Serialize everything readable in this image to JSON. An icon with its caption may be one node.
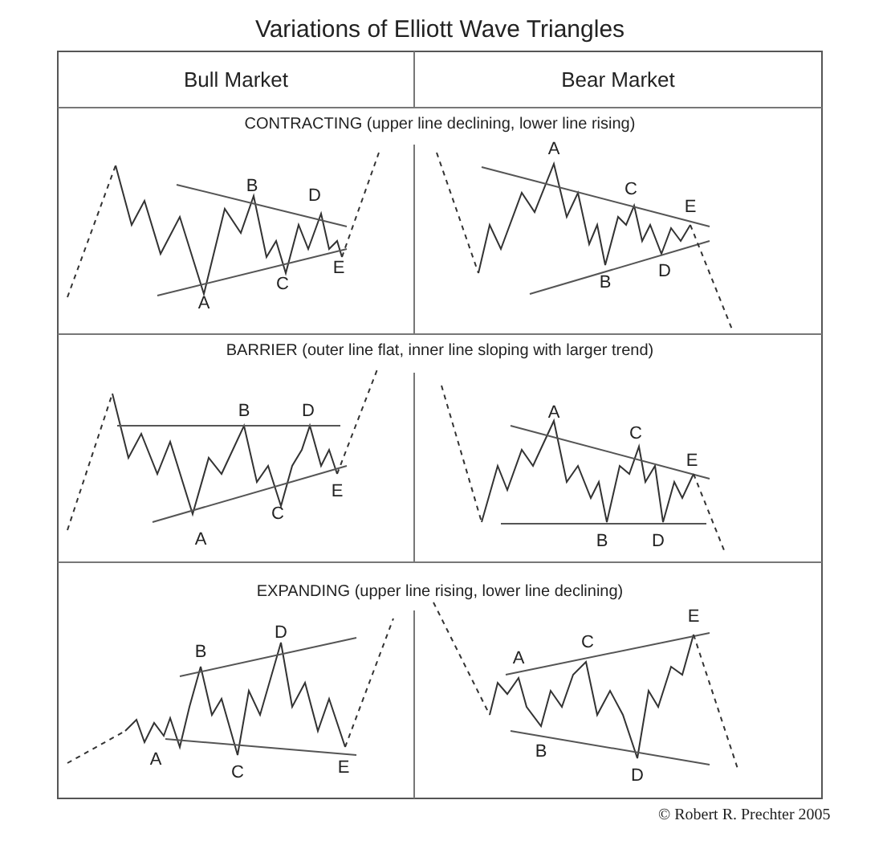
{
  "diagram": {
    "title": "Variations of Elliott Wave Triangles",
    "labels": [
      "Bull Market",
      "Bear Market",
      "CONTRACTING (upper line declining, lower line rising)",
      "A",
      "B",
      "C",
      "D",
      "E",
      "A",
      "B",
      "C",
      "D",
      "E",
      "BARRIER (outer line flat, inner line sloping with larger trend)",
      "A",
      "B",
      "C",
      "D",
      "E",
      "A",
      "B",
      "C",
      "D",
      "E",
      "EXPANDING (upper line rising, lower line declining)",
      "A",
      "B",
      "C",
      "D",
      "E",
      "A",
      "B",
      "C",
      "D",
      "E"
    ],
    "caption": "© Robert R. Prechter 2005"
  }
}
